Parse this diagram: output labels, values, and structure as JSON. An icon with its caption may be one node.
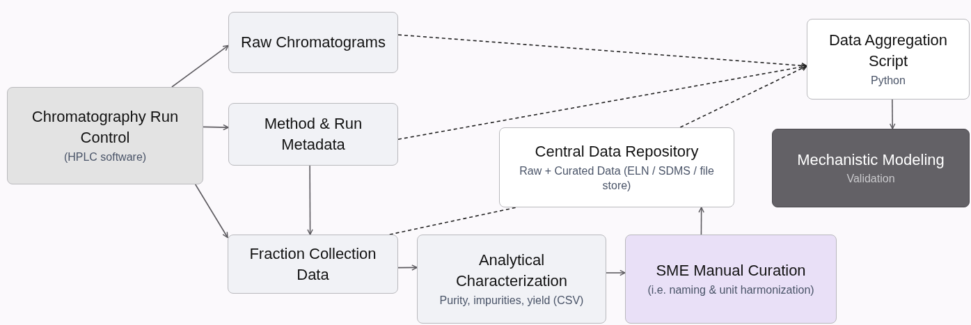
{
  "diagram": {
    "nodes": [
      {
        "text": [
          "Chromatography Run Control",
          "(HPLC software)"
        ]
      },
      {
        "text": [
          "Raw Chromatograms"
        ]
      },
      {
        "text": [
          "Method & Run Metadata"
        ]
      },
      {
        "text": [
          "Fraction Collection Data"
        ]
      },
      {
        "text": [
          "Analytical Characterization",
          "Purity, impurities, yield (CSV)"
        ]
      },
      {
        "text": [
          "SME Manual Curation",
          "(i.e. naming & unit harmonization)"
        ]
      },
      {
        "text": [
          "Central Data Repository",
          "Raw + Curated Data (ELN / SDMS / file store)"
        ]
      },
      {
        "text": [
          "Data Aggregation Script",
          "Python"
        ]
      },
      {
        "text": [
          "Mechanistic Modeling",
          "Validation"
        ]
      }
    ],
    "edges": [
      {
        "from": 0,
        "to": 1,
        "arrow": "to"
      },
      {
        "from": 0,
        "to": 2,
        "arrow": "to"
      },
      {
        "from": 0,
        "to": 3,
        "arrow": "to"
      },
      {
        "from": 2,
        "to": 3,
        "arrow": "to"
      },
      {
        "from": 3,
        "to": 4,
        "arrow": "to"
      },
      {
        "from": 4,
        "to": 5,
        "arrow": "to"
      },
      {
        "from": 5,
        "to": 6,
        "arrow": "to"
      },
      {
        "from": 7,
        "to": 8,
        "arrow": "to"
      },
      {
        "from": 1,
        "to": 7,
        "arrow": "to",
        "style": "dashed",
        "color": "#222222"
      },
      {
        "from": 2,
        "to": 7,
        "arrow": "to",
        "style": "dashed",
        "color": "#222222"
      },
      {
        "from": 6,
        "to": 7,
        "arrow": "to",
        "style": "dashed",
        "color": "#222222"
      },
      {
        "from": 3,
        "to": 6,
        "arrow": "none",
        "style": "dashed",
        "color": "#222222"
      }
    ]
  }
}
